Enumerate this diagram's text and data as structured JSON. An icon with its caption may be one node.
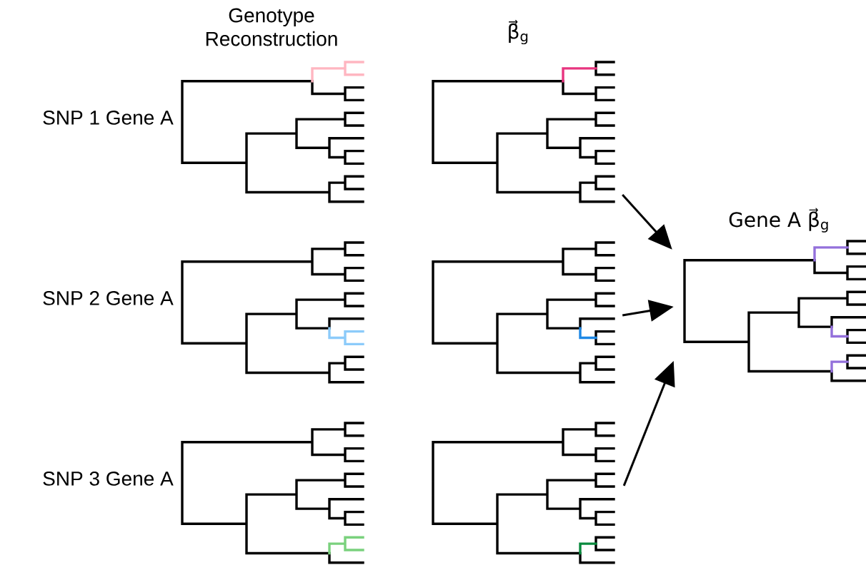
{
  "diagram": {
    "nodes": [
      {
        "text": [],
        "shape": "tree",
        "beside": [
          "SNP 1 Gene A"
        ]
      },
      {
        "text": [],
        "shape": "tree",
        "beside": [
          "SNP 2 Gene A"
        ]
      },
      {
        "text": [],
        "shape": "tree",
        "beside": [
          "SNP 3 Gene A"
        ]
      },
      {
        "text": [],
        "shape": "tree"
      },
      {
        "text": [],
        "shape": "tree"
      },
      {
        "text": [],
        "shape": "tree"
      },
      {
        "text": [
          "Gene A β⃗$_{g}$"
        ]
      }
    ],
    "edges": [
      {
        "from": 3,
        "to": 6,
        "arrow": "to"
      },
      {
        "from": 4,
        "to": 6,
        "arrow": "to"
      },
      {
        "from": 5,
        "to": 6,
        "arrow": "to"
      }
    ],
    "labels": [
      "Genotype Reconstruction",
      "β⃗$_{g}$"
    ]
  }
}
